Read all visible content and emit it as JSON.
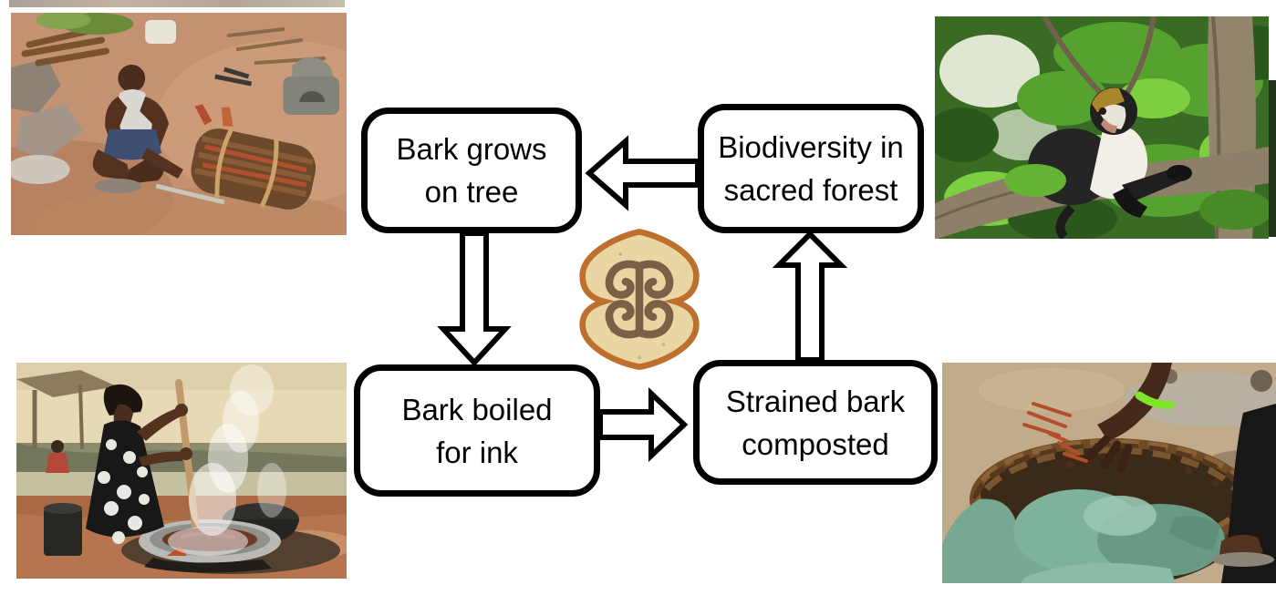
{
  "diagram": {
    "nodes": [
      {
        "id": "bark-grows-on-tree",
        "line1": "Bark grows",
        "line2": "on tree"
      },
      {
        "id": "biodiversity-in-sacred-forest",
        "line1": "Biodiversity in",
        "line2": "sacred forest"
      },
      {
        "id": "bark-boiled-for-ink",
        "line1": "Bark boiled",
        "line2": "for ink"
      },
      {
        "id": "strained-bark-composted",
        "line1": "Strained bark",
        "line2": "composted"
      }
    ],
    "arrows": [
      {
        "name": "arrow-biodiversity-to-bark-grows",
        "from": "Biodiversity in sacred forest",
        "to": "Bark grows on tree",
        "direction": "left"
      },
      {
        "name": "arrow-bark-grows-to-bark-boiled",
        "from": "Bark grows on tree",
        "to": "Bark boiled for ink",
        "direction": "down"
      },
      {
        "name": "arrow-bark-boiled-to-strained",
        "from": "Bark boiled for ink",
        "to": "Strained bark composted",
        "direction": "right"
      },
      {
        "name": "arrow-strained-to-biodiversity",
        "from": "Strained bark composted",
        "to": "Biodiversity in sacred forest",
        "direction": "up"
      }
    ],
    "center_symbol": {
      "name": "adinkra-stamp",
      "colors": {
        "rim": "#bd6f2e",
        "face": "#e9d6a2",
        "spiral": "#7b5f47"
      }
    }
  },
  "photos": [
    {
      "name": "photo-bark-harvest",
      "alt": "Man seated on red earth stripping a tied bundle of bark"
    },
    {
      "name": "photo-monkey-sacred-forest",
      "alt": "Mona monkey with white chest sitting on a branch in green forest"
    },
    {
      "name": "photo-boiling-bark",
      "alt": "Woman in patterned robe stirring a steaming pan of bark ink over a fire"
    },
    {
      "name": "photo-straining-compost",
      "alt": "Hand with green bracelet lifting strained bark fibres from a mesh-lined wicker basket"
    }
  ],
  "colors": {
    "background": "#ffffff",
    "node_fill": "#ffffff",
    "node_border": "#000000",
    "node_text": "#000000",
    "arrow_fill": "#ffffff",
    "arrow_outline": "#000000"
  }
}
